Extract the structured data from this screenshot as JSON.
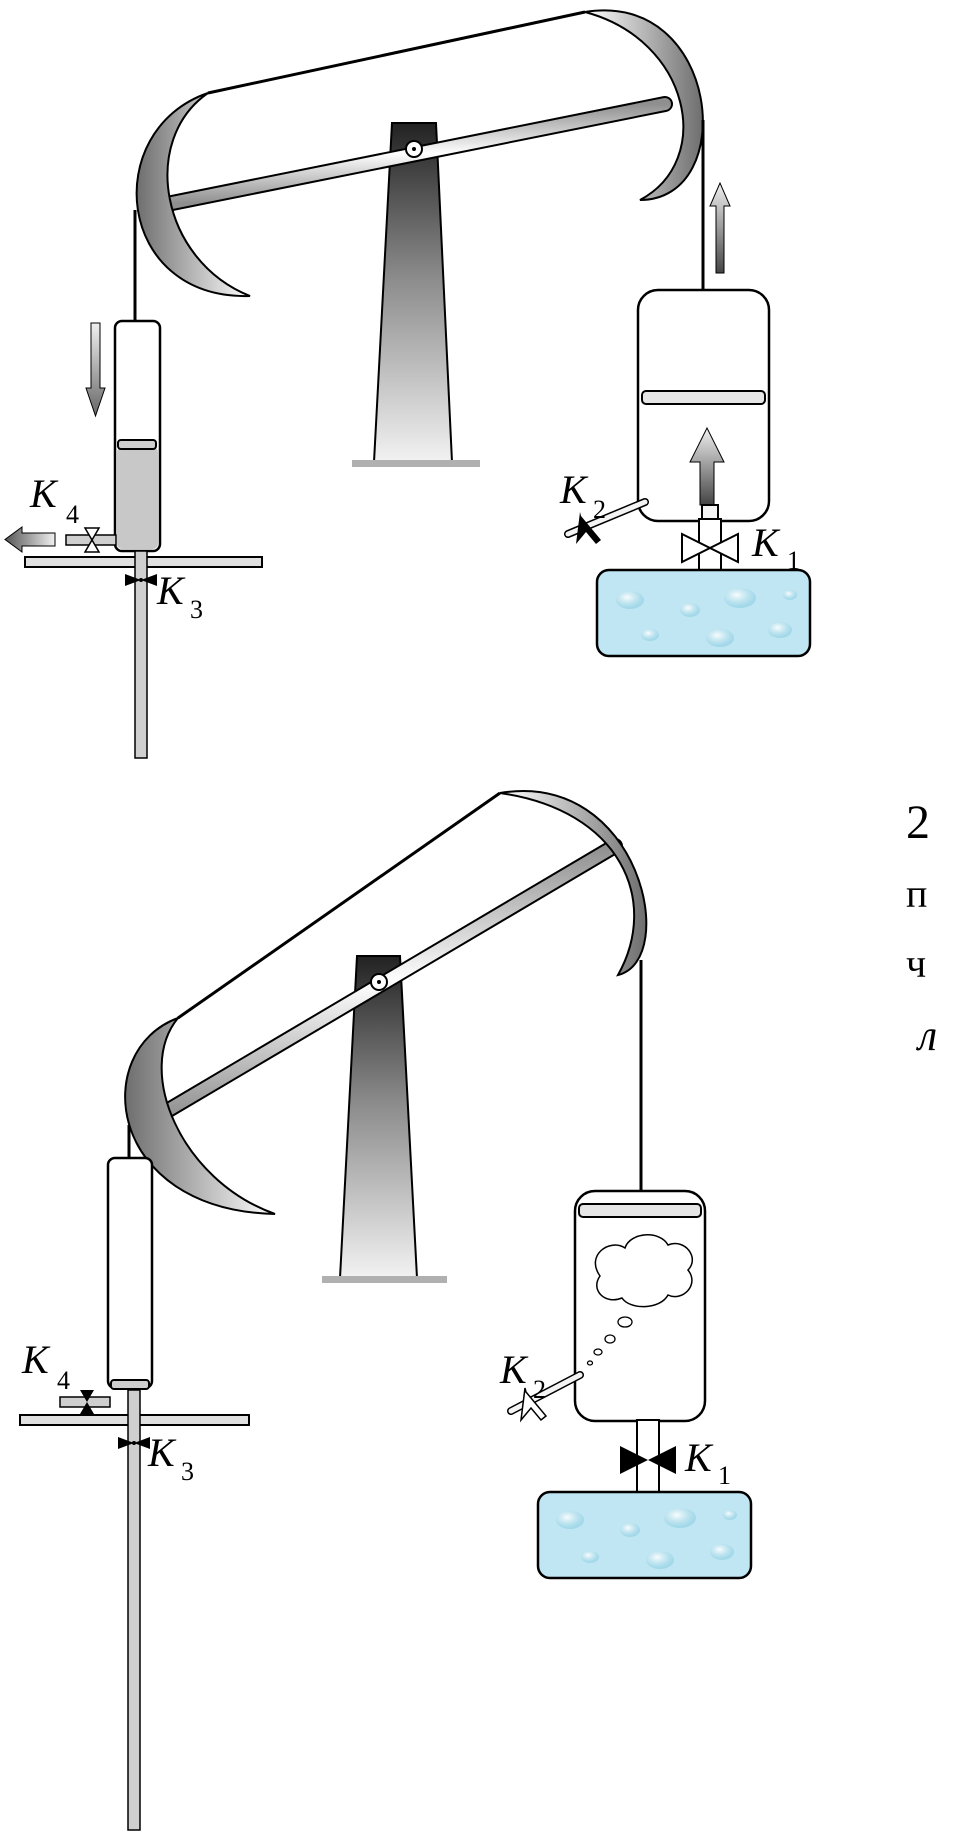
{
  "panel_top": {
    "valves": {
      "k1": {
        "letter": "K",
        "index": "1"
      },
      "k2": {
        "letter": "K",
        "index": "2"
      },
      "k3": {
        "letter": "K",
        "index": "3"
      },
      "k4": {
        "letter": "K",
        "index": "4"
      }
    }
  },
  "panel_bottom": {
    "valves": {
      "k1": {
        "letter": "K",
        "index": "1"
      },
      "k2": {
        "letter": "K",
        "index": "2"
      },
      "k3": {
        "letter": "K",
        "index": "3"
      },
      "k4": {
        "letter": "K",
        "index": "4"
      }
    }
  },
  "edge_text": [
    "2",
    "п",
    "ч",
    "л"
  ],
  "colors": {
    "line": "#000000",
    "water": "#bfe6f2",
    "pipe": "#cfcfcf",
    "cylinder_fill": "#c8c8c8"
  }
}
